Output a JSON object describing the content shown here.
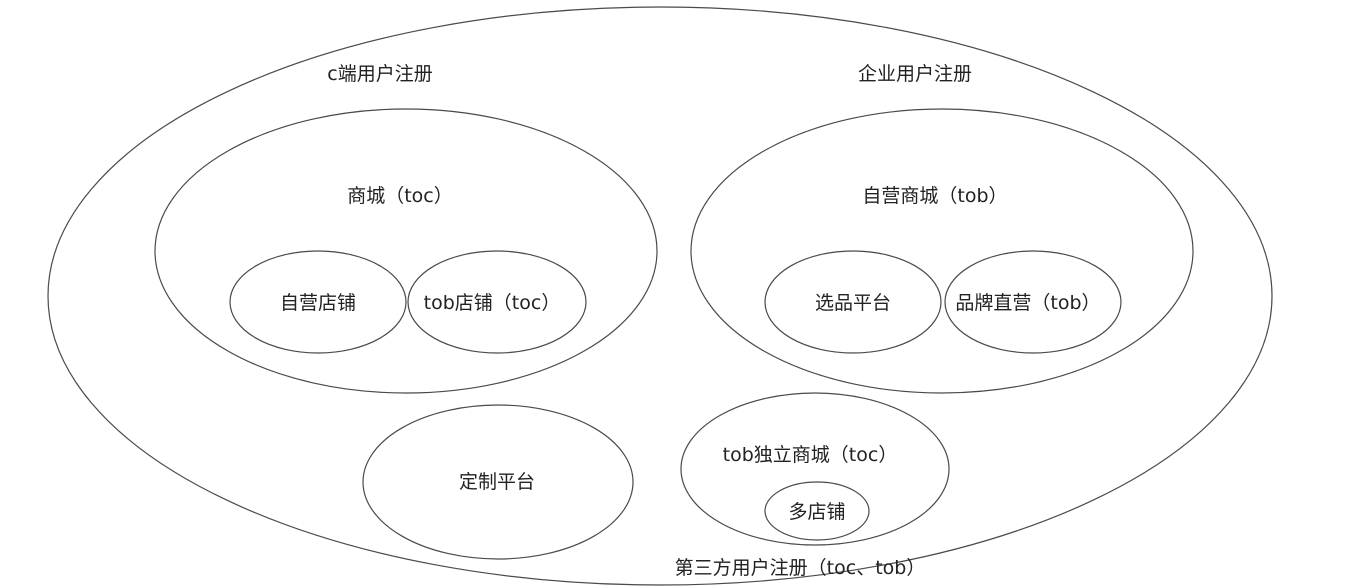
{
  "diagram": {
    "labels": {
      "c_user_registration": "c端用户注册",
      "enterprise_user_registration": "企业用户注册",
      "mall_toc": "商城（toc）",
      "self_operated_store": "自营店铺",
      "tob_store_toc": "tob店铺（toc）",
      "self_operated_mall_tob": "自营商城（tob）",
      "selection_platform": "选品平台",
      "brand_direct_tob": "品牌直营（tob）",
      "custom_platform": "定制平台",
      "tob_independent_mall_toc": "tob独立商城（toc）",
      "multi_store": "多店铺",
      "third_party_registration": "第三方用户注册（toc、tob）"
    },
    "colors": {
      "stroke": "#4a4a4a",
      "text": "#222222",
      "background": "#ffffff"
    }
  }
}
